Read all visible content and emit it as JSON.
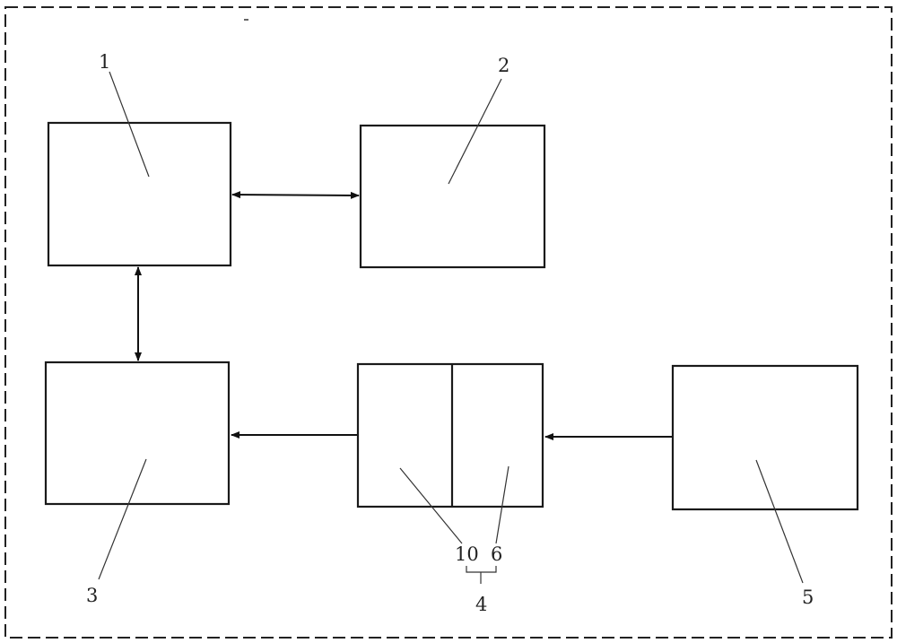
{
  "diagram": {
    "blocks": [
      {
        "id": "block-1",
        "label": "1"
      },
      {
        "id": "block-2",
        "label": "2"
      },
      {
        "id": "block-3",
        "label": "3"
      },
      {
        "id": "block-4",
        "label": "4",
        "parts": [
          {
            "id": "block-4-left",
            "label": "10"
          },
          {
            "id": "block-4-right",
            "label": "6"
          }
        ]
      },
      {
        "id": "block-5",
        "label": "5"
      }
    ],
    "connections": [
      {
        "from": "block-1",
        "to": "block-2",
        "direction": "bidirectional"
      },
      {
        "from": "block-1",
        "to": "block-3",
        "direction": "bidirectional"
      },
      {
        "from": "block-4",
        "to": "block-3",
        "direction": "one-way"
      },
      {
        "from": "block-5",
        "to": "block-4",
        "direction": "one-way"
      }
    ]
  }
}
